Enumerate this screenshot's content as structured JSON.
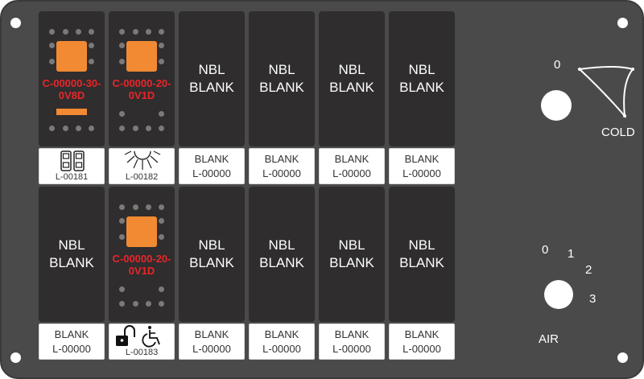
{
  "switch_bank": {
    "top_row": [
      {
        "type": "led",
        "code_line1": "C-00000-30-",
        "code_line2": "0V8D",
        "label_icon": "rocker-icon",
        "label_code": "L-00181"
      },
      {
        "type": "led",
        "code_line1": "C-00000-20-",
        "code_line2": "0V1D",
        "label_icon": "light-icon",
        "label_code": "L-00182"
      },
      {
        "type": "blank",
        "text_line1": "NBL",
        "text_line2": "BLANK",
        "label_line1": "BLANK",
        "label_line2": "L-00000"
      },
      {
        "type": "blank",
        "text_line1": "NBL",
        "text_line2": "BLANK",
        "label_line1": "BLANK",
        "label_line2": "L-00000"
      },
      {
        "type": "blank",
        "text_line1": "NBL",
        "text_line2": "BLANK",
        "label_line1": "BLANK",
        "label_line2": "L-00000"
      },
      {
        "type": "blank",
        "text_line1": "NBL",
        "text_line2": "BLANK",
        "label_line1": "BLANK",
        "label_line2": "L-00000"
      }
    ],
    "bottom_row": [
      {
        "type": "blank",
        "text_line1": "NBL",
        "text_line2": "BLANK",
        "label_line1": "BLANK",
        "label_line2": "L-00000"
      },
      {
        "type": "led",
        "code_line1": "C-00000-20-",
        "code_line2": "0V1D",
        "label_icon": "lock-wheelchair-icon",
        "label_code": "L-00183"
      },
      {
        "type": "blank",
        "text_line1": "NBL",
        "text_line2": "BLANK",
        "label_line1": "BLANK",
        "label_line2": "L-00000"
      },
      {
        "type": "blank",
        "text_line1": "NBL",
        "text_line2": "BLANK",
        "label_line1": "BLANK",
        "label_line2": "L-00000"
      },
      {
        "type": "blank",
        "text_line1": "NBL",
        "text_line2": "BLANK",
        "label_line1": "BLANK",
        "label_line2": "L-00000"
      },
      {
        "type": "blank",
        "text_line1": "NBL",
        "text_line2": "BLANK",
        "label_line1": "BLANK",
        "label_line2": "L-00000"
      }
    ]
  },
  "temp_knob": {
    "zero_label": "0",
    "end_label": "COLD"
  },
  "air_knob": {
    "positions": [
      "0",
      "1",
      "2",
      "3"
    ],
    "label": "AIR"
  },
  "colors": {
    "panel": "#4a4a4a",
    "switch": "#2f2d2d",
    "indicator": "#f28a33",
    "code_text": "#e8262a"
  }
}
